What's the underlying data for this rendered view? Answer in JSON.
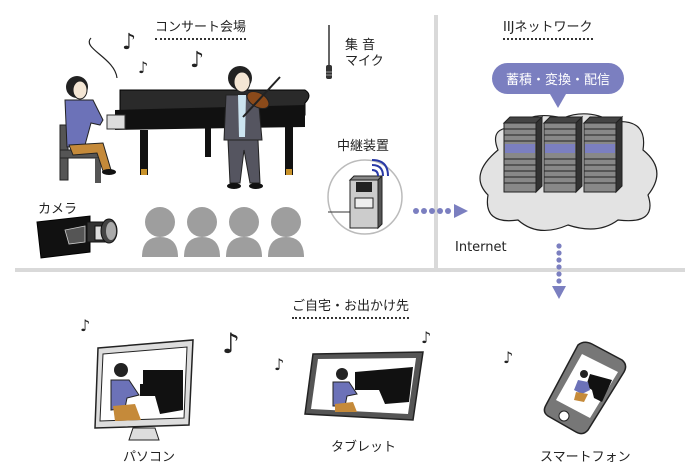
{
  "venue": {
    "title": "コンサート会場",
    "mic_label_line1": "集 音",
    "mic_label_line2": "マイク",
    "relay_label": "中継装置",
    "camera_label": "カメラ",
    "audience_count": 4
  },
  "network": {
    "title": "IIJネットワーク",
    "bubble_text": "蓄積・変換・配信",
    "internet_label": "Internet",
    "server_count": 3
  },
  "home": {
    "title": "ご自宅・お出かけ先",
    "devices": [
      {
        "label": "パソコン",
        "icon": "monitor-icon"
      },
      {
        "label": "タブレット",
        "icon": "tablet-icon"
      },
      {
        "label": "スマートフォン",
        "icon": "smartphone-icon"
      }
    ]
  },
  "symbols": {
    "note": "♪"
  },
  "colors": {
    "accent": "#7b7fc0",
    "divider": "#d9d9d9",
    "audience": "#9e9e9e",
    "cloud": "#e3e3e3"
  }
}
